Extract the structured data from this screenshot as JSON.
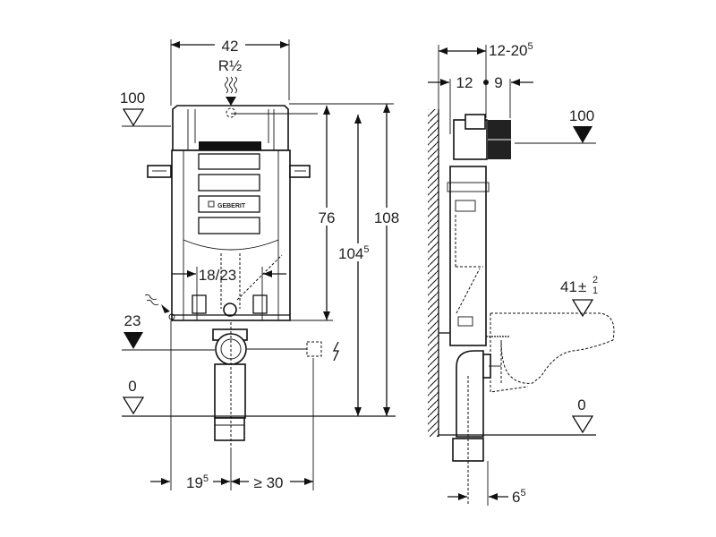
{
  "front_view": {
    "width_label": "42",
    "water_connection_label": "R½",
    "height_76": "76",
    "height_104_main": "104",
    "height_104_sup": "5",
    "height_108": "108",
    "frame_width_label": "18/23",
    "offset_19_main": "19",
    "offset_19_sup": "5",
    "min_distance_label": "≥ 30",
    "brand_label": "GEBERIT",
    "level_100": "100",
    "level_23": "23",
    "level_0": "0"
  },
  "side_view": {
    "depth_range_main": "12-20",
    "depth_range_sup": "5",
    "depth_12": "12",
    "depth_9": "9",
    "level_100": "100",
    "seat_height_main": "41",
    "seat_tolerance_plus": "2",
    "seat_tolerance_minus": "1",
    "level_0": "0",
    "offset_6_main": "6",
    "offset_6_sup": "5"
  }
}
